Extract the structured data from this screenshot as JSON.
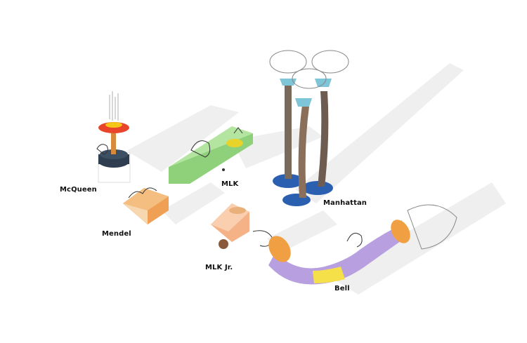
{
  "labels": {
    "mcqueen": "McQueen",
    "mlk": "MLK",
    "manhattan": "Manhattan",
    "mendel": "Mendel",
    "mlk_jr": "MLK Jr.",
    "bell": "Bell"
  },
  "colors": {
    "shadow": "#ececec",
    "mcqueen_top": "#e8452a",
    "mcqueen_disc": "#f5c518",
    "mcqueen_base": "#2e3e50",
    "mlk_block": "#8fd17a",
    "mlk_disc": "#e8d32a",
    "manhattan_pole": "#7a6a5c",
    "manhattan_base": "#2b5fb0",
    "manhattan_cup": "#7ec5d8",
    "mendel_box": "#f0a055",
    "mlkjr_block": "#f6b287",
    "bell_purple": "#b8a0e0",
    "bell_yellow": "#f5e04a",
    "bell_cup": "#f0a043",
    "bell_teal": "#8ad6c8"
  }
}
